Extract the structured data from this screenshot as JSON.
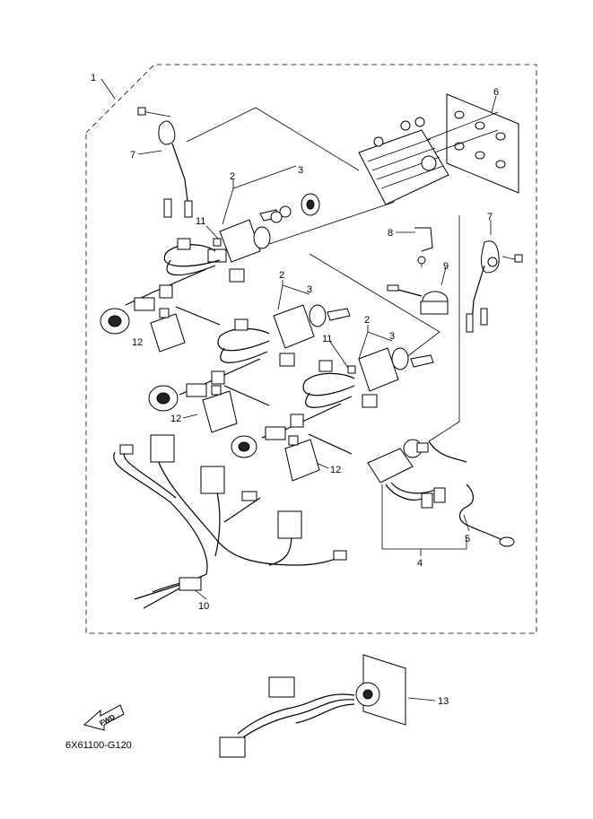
{
  "diagram": {
    "callouts": [
      "1",
      "2",
      "3",
      "4",
      "5",
      "6",
      "7",
      "8",
      "9",
      "10",
      "11",
      "12",
      "13"
    ],
    "fwd_label": "FWD",
    "drawing_code": "6X61100-G120"
  }
}
